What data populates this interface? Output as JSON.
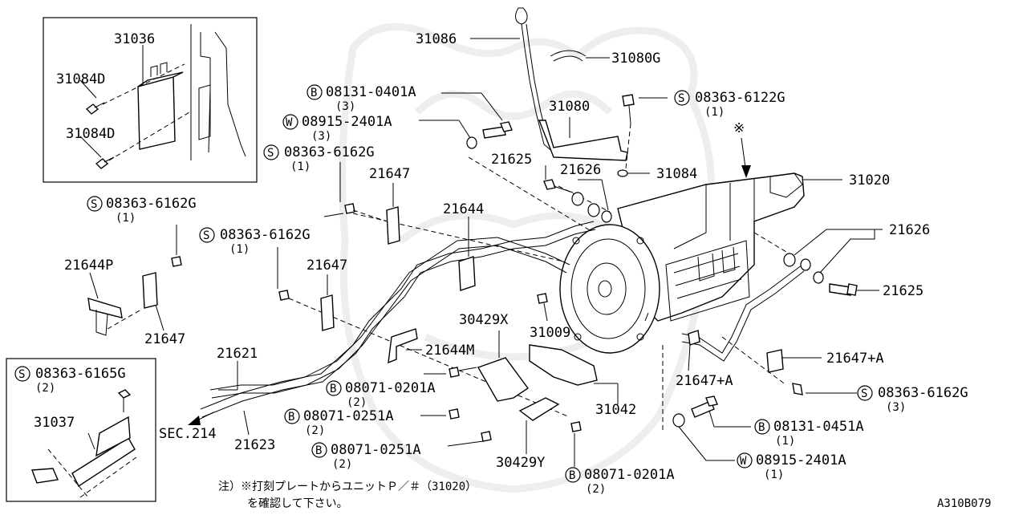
{
  "diagram": {
    "code": "A310B079",
    "sec_ref": "SEC.214",
    "note_line1": "注）※打刻プレートからユニットＰ／＃（31020）",
    "note_line2": "を確認して下さい。",
    "asterisk": "※",
    "labels": {
      "p31036": "31036",
      "p31084d_a": "31084D",
      "p31084d_b": "31084D",
      "p31086": "31086",
      "p31080g": "31080G",
      "b08131_0401a": "08131-0401A",
      "b08131_0401a_q": "(3)",
      "w08915_2401a": "08915-2401A",
      "w08915_2401a_q": "(3)",
      "p31080": "31080",
      "s08363_6122g": "08363-6122G",
      "s08363_6122g_q": "(1)",
      "s08363_6162g_a": "08363-6162G",
      "s08363_6162g_a_q": "(1)",
      "p21647_a": "21647",
      "p21625_a": "21625",
      "p21626_a": "21626",
      "p31084": "31084",
      "p31020": "31020",
      "s08363_6162g_b": "08363-6162G",
      "s08363_6162g_b_q": "(1)",
      "p21644": "21644",
      "s08363_6162g_c": "08363-6162G",
      "s08363_6162g_c_q": "(1)",
      "p21644p": "21644P",
      "p21647_b": "21647",
      "p21647_c": "21647",
      "p21626_b": "21626",
      "p21625_b": "21625",
      "p30429x": "30429X",
      "p31009": "31009",
      "p21621": "21621",
      "p21644m": "21644M",
      "p21647a_a": "21647+A",
      "p21647a_b": "21647+A",
      "s08363_6165g": "08363-6165G",
      "s08363_6165g_q": "(2)",
      "b08071_0201a_a": "08071-0201A",
      "b08071_0201a_a_q": "(2)",
      "s08363_6162g_d": "08363-6162G",
      "s08363_6162g_d_q": "(3)",
      "p31037": "31037",
      "b08071_0251a_a": "08071-0251A",
      "b08071_0251a_a_q": "(2)",
      "p31042": "31042",
      "b08131_0451a": "08131-0451A",
      "b08131_0451a_q": "(1)",
      "p21623": "21623",
      "b08071_0251a_b": "08071-0251A",
      "b08071_0251a_b_q": "(2)",
      "w08915_2401a_b": "08915-2401A",
      "w08915_2401a_b_q": "(1)",
      "p30429y": "30429Y",
      "b08071_0201a_b": "08071-0201A",
      "b08071_0201a_b_q": "(2)"
    },
    "prefix": {
      "s": "S",
      "b": "B",
      "w": "W"
    }
  }
}
